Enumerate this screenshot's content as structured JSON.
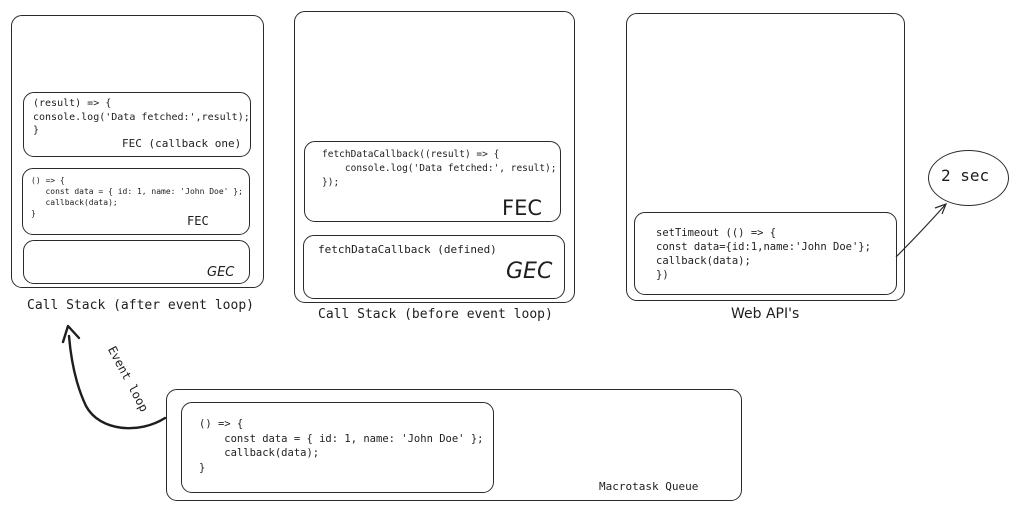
{
  "call_stack_after": {
    "title": "Call Stack (after event loop)",
    "callback_fec": {
      "code": "(result) => {\nconsole.log('Data fetched:',result);\n}",
      "label": "FEC (callback one)"
    },
    "fec": {
      "code": "() => {\n   const data = { id: 1, name: 'John Doe' };\n   callback(data);\n}",
      "label": "FEC"
    },
    "gec": {
      "label": "GEC"
    }
  },
  "call_stack_before": {
    "title": "Call Stack (before event loop)",
    "fec": {
      "code": "fetchDataCallback((result) => {\n    console.log('Data fetched:', result);\n});",
      "label": "FEC"
    },
    "gec": {
      "code": "fetchDataCallback (defined)",
      "label": "GEC"
    }
  },
  "web_apis": {
    "title": "Web API's",
    "code": "setTimeout (() => {\nconst data={id:1,name:'John Doe'};\ncallback(data);\n})",
    "timer": "2 sec"
  },
  "macrotask_queue": {
    "title": "Macrotask Queue",
    "code": "() => {\n    const data = { id: 1, name: 'John Doe' };\n    callback(data);\n}"
  },
  "event_loop": {
    "label": "Event loop"
  },
  "colors": {
    "stroke": "#2b2b2b",
    "text": "#1e1e1e",
    "background": "#ffffff"
  }
}
